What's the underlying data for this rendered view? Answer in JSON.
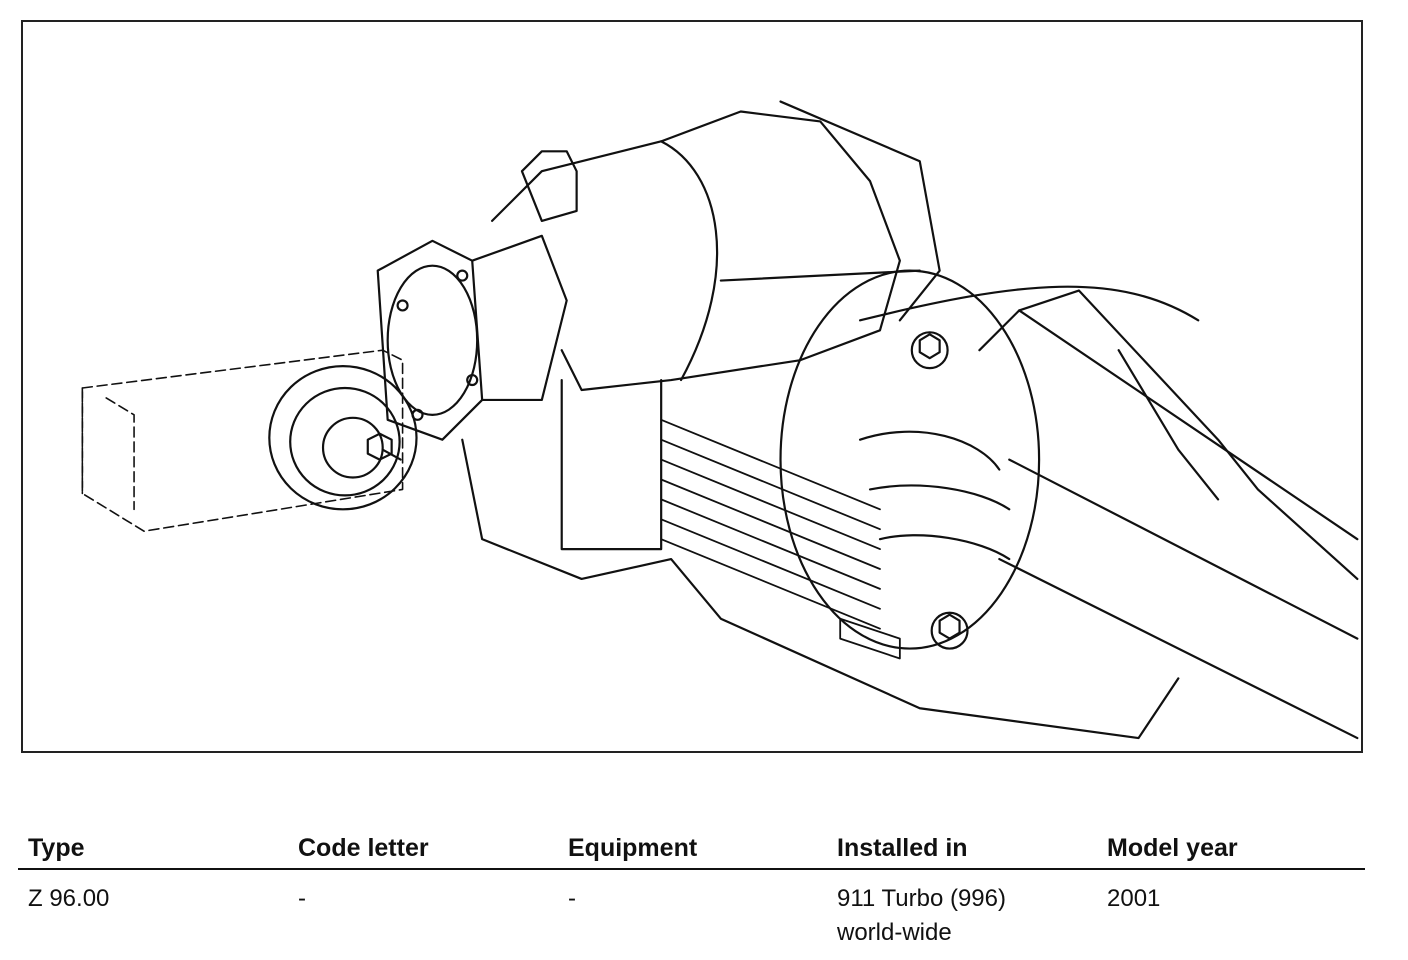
{
  "figure": {
    "icon": "transfer-case-line-drawing"
  },
  "table": {
    "headers": [
      "Type",
      "Code letter",
      "Equipment",
      "Installed in",
      "Model year"
    ],
    "rows": [
      {
        "type": "Z 96.00",
        "code_letter": "-",
        "equipment": "-",
        "installed_in_line1": "911 Turbo (996)",
        "installed_in_line2": "world-wide",
        "model_year": "2001"
      }
    ]
  }
}
